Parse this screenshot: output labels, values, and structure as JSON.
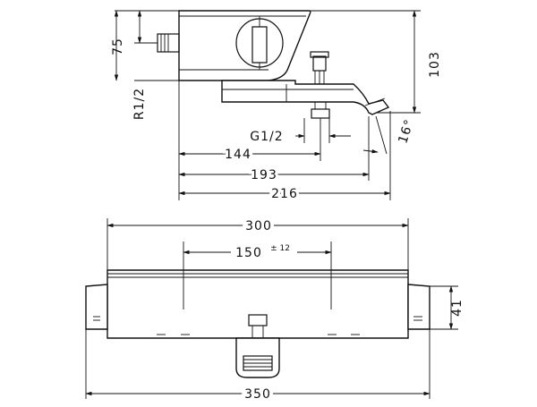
{
  "drawing": {
    "side_view": {
      "dims": {
        "height_75": "75",
        "height_103": "103",
        "thread_r12": "R1/2",
        "thread_g12": "G1/2",
        "angle": "16°",
        "depth_144": "144",
        "depth_193": "193",
        "depth_216": "216"
      }
    },
    "front_view": {
      "dims": {
        "width_300": "300",
        "spacing_150": "150",
        "tolerance": "± 12",
        "height_41": "41",
        "width_350": "350"
      }
    }
  },
  "colors": {
    "line": "#111111",
    "background": "#ffffff"
  }
}
